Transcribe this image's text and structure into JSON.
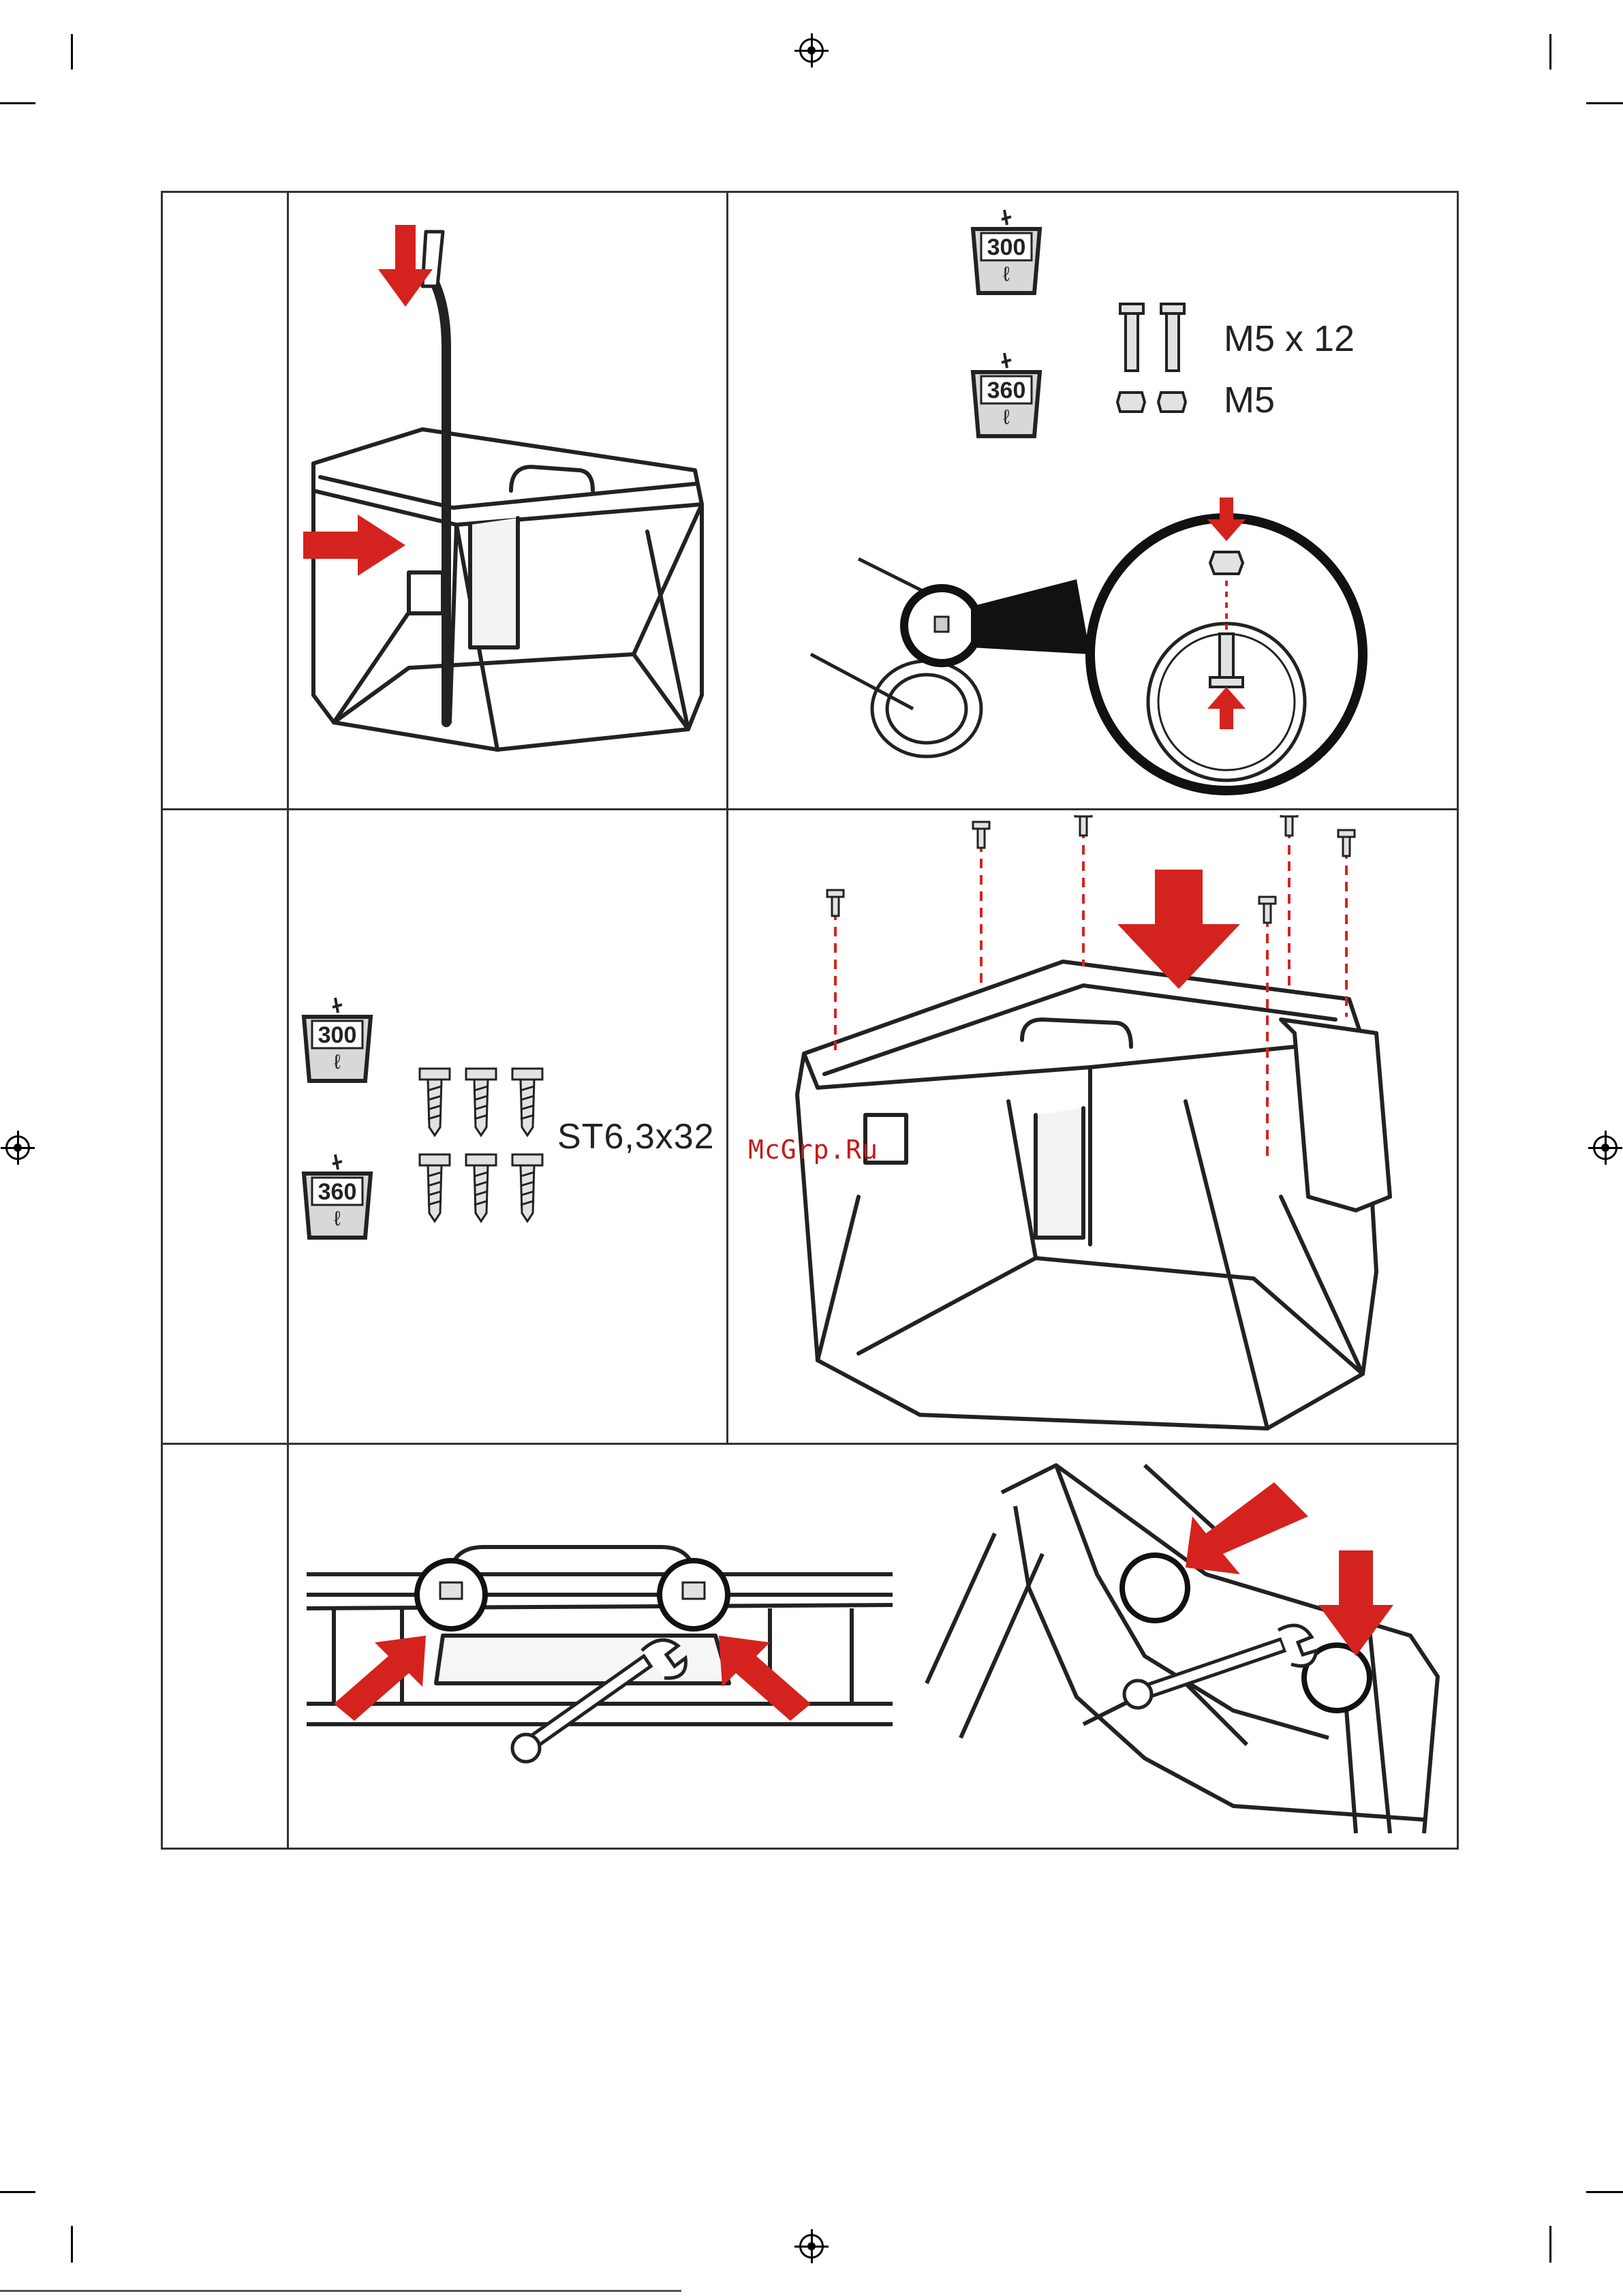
{
  "page": {
    "background": "#ffffff",
    "frame_color": "#333333",
    "accent_color": "#d4231e"
  },
  "capacity_badges": [
    {
      "value": "300",
      "unit": "ℓ"
    },
    {
      "value": "360",
      "unit": "ℓ"
    }
  ],
  "step2": {
    "bolt_label": "M5 x 12",
    "nut_label": "M5"
  },
  "step3": {
    "screw_label": "ST6,3x32"
  },
  "watermark": "McGrp.Ru",
  "icons": [
    "registration-mark",
    "down-arrow",
    "right-arrow",
    "wrench-icon",
    "bolt-icon",
    "nut-icon",
    "screw-icon"
  ]
}
